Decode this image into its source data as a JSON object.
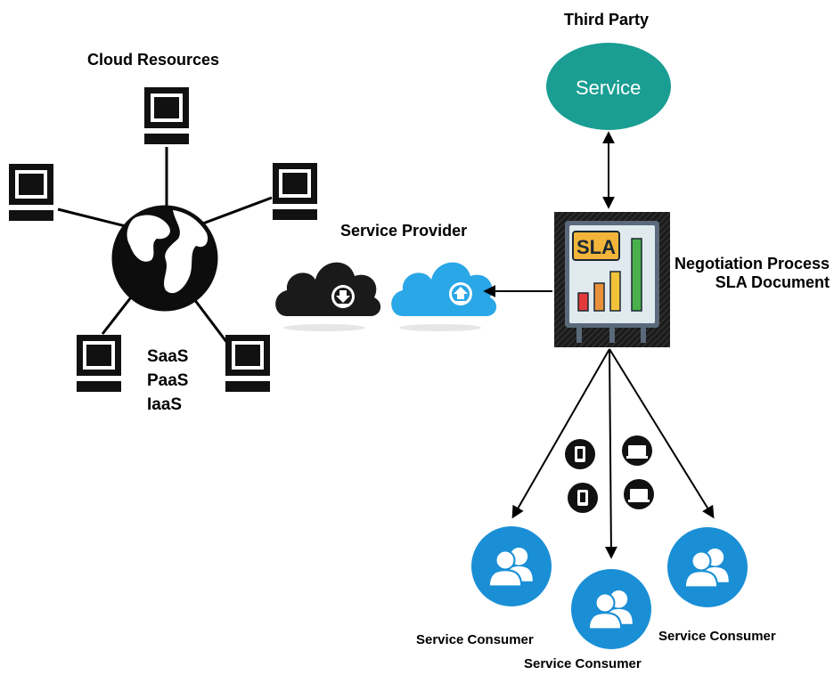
{
  "labels": {
    "third_party": "Third Party",
    "service": "Service",
    "cloud_resources": "Cloud Resources",
    "service_provider": "Service Provider",
    "negotiation_line1": "Negotiation Process",
    "negotiation_line2": "SLA Document",
    "sla_badge": "SLA",
    "service_consumer": "Service Consumer"
  },
  "service_models": [
    "SaaS",
    "PaaS",
    "IaaS"
  ],
  "colors": {
    "service_ellipse": "#1a9e93",
    "cloud_dark": "#1a1a1a",
    "cloud_light": "#2aa7e6",
    "consumer_circle": "#1a8fd6",
    "sla_yellow": "#f2b53a",
    "bar_red": "#e23a3a",
    "bar_orange": "#e8913a",
    "bar_yellow": "#f2c23a",
    "bar_green": "#49b04b"
  },
  "icons": [
    "computer-icon",
    "globe-icon",
    "cloud-download-icon",
    "cloud-upload-icon",
    "sla-board-icon",
    "user-group-icon",
    "device-icon"
  ]
}
